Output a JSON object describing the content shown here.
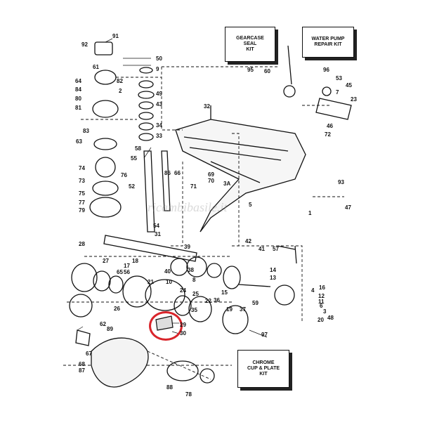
{
  "kits": {
    "gearcase_seal": {
      "line1": "GEARCASE",
      "line2": "SEAL",
      "line3": "KIT",
      "ref": "95"
    },
    "water_pump": {
      "line1": "WATER PUMP",
      "line2": "REPAIR KIT",
      "ref": "96"
    },
    "chrome_cup": {
      "line1": "CHROME",
      "line2": "CUP & PLATE",
      "line3": "KIT",
      "ref": "97"
    }
  },
  "watermark": "ricambibasile.it",
  "highlight": {
    "part": "29",
    "color": "#d9252b"
  },
  "labels": [
    "91",
    "92",
    "50",
    "9",
    "61",
    "49",
    "64",
    "82",
    "84",
    "2",
    "80",
    "43",
    "81",
    "34",
    "33",
    "83",
    "63",
    "58",
    "55",
    "74",
    "76",
    "73",
    "52",
    "75",
    "77",
    "79",
    "54",
    "31",
    "28",
    "18",
    "39",
    "27",
    "17",
    "56",
    "65",
    "40",
    "26",
    "10",
    "21",
    "24",
    "25",
    "35",
    "36",
    "22",
    "19",
    "37",
    "29",
    "62",
    "30",
    "67",
    "68",
    "89",
    "87",
    "88",
    "78",
    "93",
    "86",
    "66",
    "71",
    "69",
    "70",
    "3A",
    "5",
    "42",
    "41",
    "57",
    "14",
    "13",
    "16",
    "4",
    "12",
    "11",
    "20",
    "15",
    "59",
    "60",
    "53",
    "45",
    "7",
    "23",
    "46",
    "72",
    "47",
    "1",
    "32",
    "38",
    "8",
    "6",
    "3",
    "48"
  ]
}
